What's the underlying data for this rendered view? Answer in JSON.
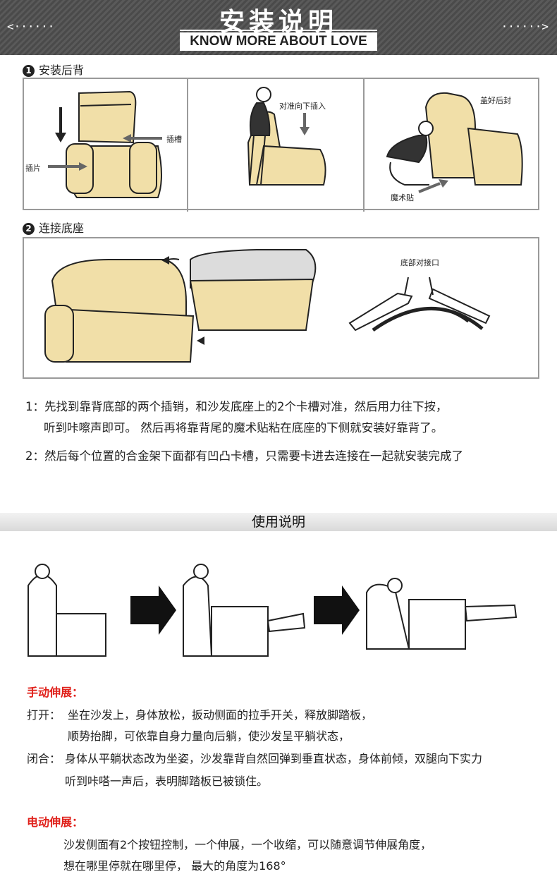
{
  "header": {
    "title": "安装说明",
    "subtitle": "KNOW MORE ABOUT LOVE"
  },
  "step1": {
    "num": "1",
    "title": "安装后背",
    "labels": {
      "slot": "插槽",
      "tab": "插片",
      "insert_down": "对准向下插入",
      "cover_back": "盖好后封",
      "velcro": "魔术贴"
    }
  },
  "step2": {
    "num": "2",
    "title": "连接底座",
    "labels": {
      "bottom_joint": "底部对接口"
    }
  },
  "install_text": {
    "line1": "1：先找到靠背底部的两个插销，和沙发底座上的2个卡槽对准，然后用力往下按，",
    "line2": "听到咔嚓声即可。 然后再将靠背尾的魔术贴粘在底座的下侧就安装好靠背了。",
    "line3": "2：然后每个位置的合金架下面都有凹凸卡槽，只需要卡进去连接在一起就安装完成了"
  },
  "usage_band": "使用说明",
  "manual": {
    "title": "手动伸展：",
    "open_label": "打开：",
    "open_1": "坐在沙发上，身体放松，扳动侧面的拉手开关，释放脚踏板，",
    "open_2": "顺势抬脚，可依靠自身力量向后躺，使沙发呈平躺状态，",
    "close_label": "闭合：",
    "close_1": "身体从平躺状态改为坐姿，沙发靠背自然回弹到垂直状态，身体前倾，双腿向下实力",
    "close_2": "听到咔嗒一声后，表明脚踏板已被锁住。"
  },
  "electric": {
    "title": "电动伸展：",
    "line1": "沙发侧面有2个按钮控制，一个伸展，一个收缩，可以随意调节伸展角度，",
    "line2": "想在哪里停就在哪里停， 最大的角度为168°"
  },
  "colors": {
    "sofa": "#f1dfa8",
    "outline": "#222222",
    "red": "#e0201a",
    "header": "#4f4f4f"
  }
}
